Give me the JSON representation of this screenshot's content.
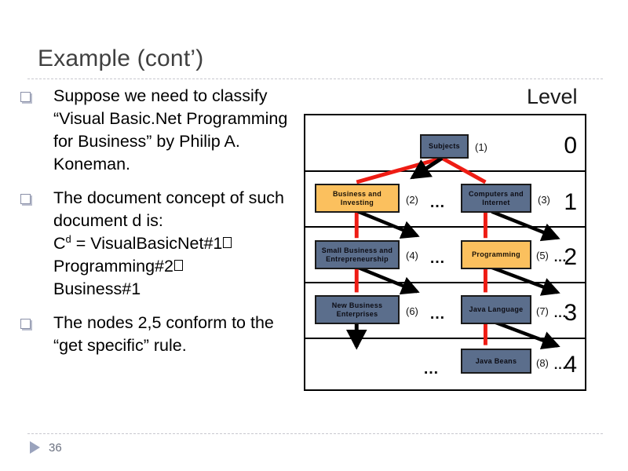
{
  "slide": {
    "title": "Example (cont’)",
    "page_number": "36"
  },
  "bullets": [
    {
      "id": "bullet-suppose",
      "text": "Suppose we need to classify “Visual Basic.Net Programming for Business” by Philip A. Koneman."
    },
    {
      "id": "bullet-concept",
      "line1": "The document concept of such document d is:",
      "concept_prefix": "C",
      "concept_sup": "d",
      "concept_body": " = VisualBasicNet#1",
      "concept_body2": "Programming#2",
      "concept_body3": "Business#1"
    },
    {
      "id": "bullet-rule",
      "text": "The nodes 2,5 conform to the “get specific” rule."
    }
  ],
  "diagram": {
    "caption": "Level",
    "levels": [
      {
        "number": "0"
      },
      {
        "number": "1"
      },
      {
        "number": "2"
      },
      {
        "number": "3"
      },
      {
        "number": "4"
      }
    ],
    "nodes": [
      {
        "key": "subjects",
        "label": "Subjects",
        "id_label": "(1)",
        "color": "dark",
        "level": 0
      },
      {
        "key": "business",
        "label": "Business and Investing",
        "id_label": "(2)",
        "color": "amber",
        "level": 1
      },
      {
        "key": "computers",
        "label": "Computers and Internet",
        "id_label": "(3)",
        "color": "dark",
        "level": 1
      },
      {
        "key": "smallbiz",
        "label": "Small Business and Entrepreneurship",
        "id_label": "(4)",
        "color": "dark",
        "level": 2
      },
      {
        "key": "programming",
        "label": "Programming",
        "id_label": "(5)",
        "color": "amber",
        "level": 2
      },
      {
        "key": "newbiz",
        "label": "New Business Enterprises",
        "id_label": "(6)",
        "color": "dark",
        "level": 3
      },
      {
        "key": "javalang",
        "label": "Java Language",
        "id_label": "(7)",
        "color": "dark",
        "level": 3
      },
      {
        "key": "javabeans",
        "label": "Java Beans",
        "id_label": "(8)",
        "color": "dark",
        "level": 4
      }
    ],
    "ellipses": [
      "…",
      "…",
      "…",
      "…"
    ],
    "colors": {
      "node_dark": "#5b6e8c",
      "node_amber": "#fbc05e",
      "path_highlight": "#ee1c14",
      "edge": "#000000"
    }
  }
}
